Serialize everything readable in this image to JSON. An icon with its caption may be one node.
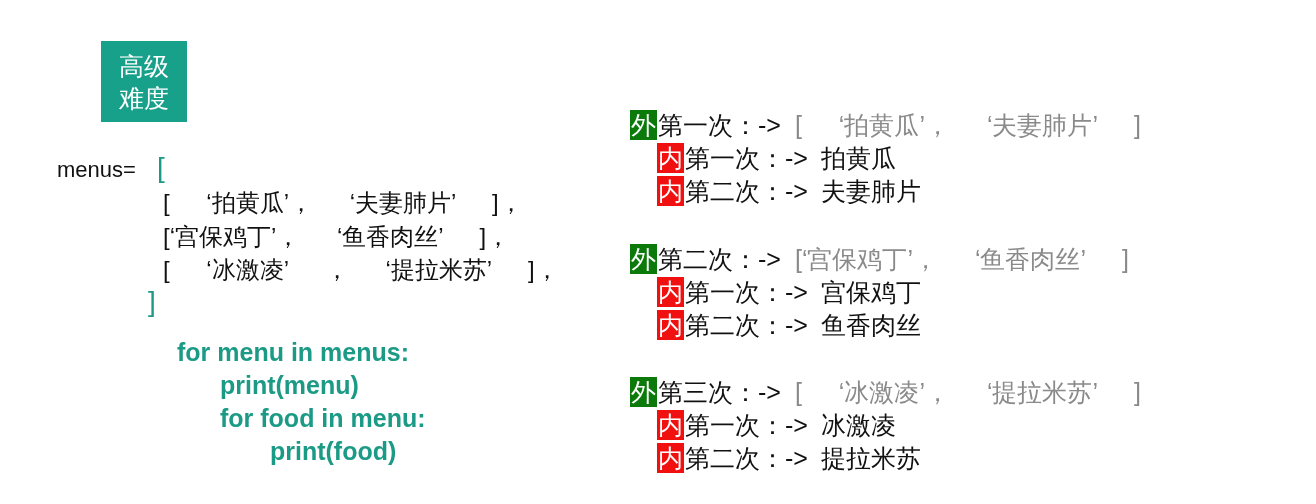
{
  "diagram": {
    "nodes": [
      {
        "text": [
          "高级难度"
        ]
      },
      {
        "text": [
          "外"
        ],
        "beside": [
          "第一次：->",
          "[ ‘拍黄瓜’， ‘夫妻肺片’ ]"
        ]
      },
      {
        "text": [
          "内"
        ],
        "beside": [
          "第一次：-> 拍黄瓜"
        ]
      },
      {
        "text": [
          "内"
        ],
        "beside": [
          "第二次：-> 夫妻肺片"
        ]
      },
      {
        "text": [
          "外"
        ],
        "beside": [
          "第二次：->",
          "[‘宫保鸡丁’， ‘鱼香肉丝’ ]"
        ]
      },
      {
        "text": [
          "内"
        ],
        "beside": [
          "第一次：-> 宫保鸡丁"
        ]
      },
      {
        "text": [
          "内"
        ],
        "beside": [
          "第二次：-> 鱼香肉丝"
        ]
      },
      {
        "text": [
          "外"
        ],
        "beside": [
          "第三次：->",
          "[ ‘冰激凌’， ‘提拉米苏’ ]"
        ]
      },
      {
        "text": [
          "内"
        ],
        "beside": [
          "第一次：-> 冰激凌"
        ]
      },
      {
        "text": [
          "内"
        ],
        "beside": [
          "第二次：-> 提拉米苏"
        ]
      }
    ],
    "labels": [
      "menus=",
      "[",
      "[ ‘拍黄瓜’， ‘夫妻肺片’ ]，",
      "[‘宫保鸡丁’， ‘鱼香肉丝’ ]，",
      "[ ‘冰激凌’ ， ‘提拉米苏’ ]，",
      "]",
      "for menu in menus:",
      "print(menu)",
      "for food in menu:",
      "print(food)"
    ]
  }
}
